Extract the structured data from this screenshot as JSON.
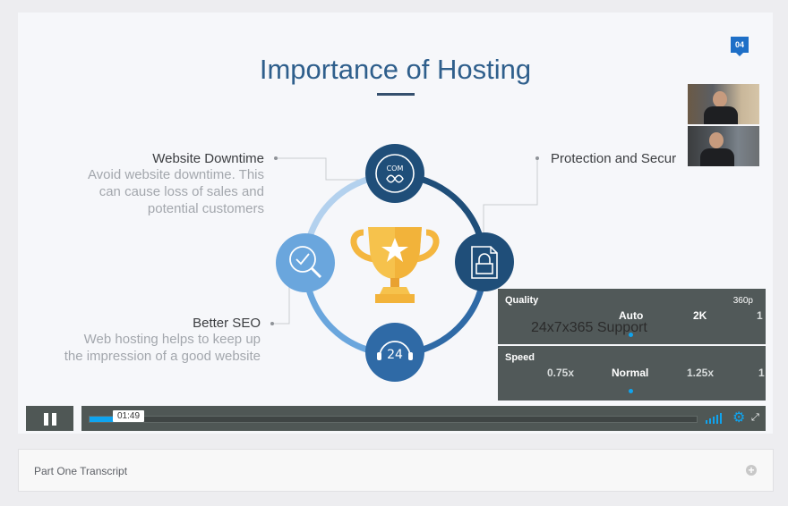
{
  "slide": {
    "title": "Importance of Hosting",
    "badge": "04",
    "features": {
      "downtime": {
        "title": "Website Downtime",
        "desc_line1": "Avoid website downtime. This",
        "desc_line2": "can cause loss of sales and",
        "desc_line3": "potential customers"
      },
      "security": {
        "title": "Protection and Secur"
      },
      "seo": {
        "title": "Better SEO",
        "desc_line1": "Web hosting helps to keep up",
        "desc_line2": "the impression of a good website"
      },
      "support": {
        "title": "24x7x365 Support"
      }
    },
    "icons": {
      "top": "com-infinity-icon",
      "right": "secure-document-icon",
      "bottom": "24-hour-support-icon",
      "left": "seo-magnifier-icon",
      "center": "trophy-icon"
    }
  },
  "quality_menu": {
    "title": "Quality",
    "current": "360p",
    "options": [
      "Auto",
      "2K",
      "1"
    ],
    "selected": "Auto"
  },
  "speed_menu": {
    "title": "Speed",
    "options": [
      "0.75x",
      "Normal",
      "1.25x",
      "1"
    ],
    "selected": "Normal"
  },
  "player": {
    "pause_icon": "pause-icon",
    "current_time": "01:49",
    "progress_fraction": 0.07,
    "volume_icon": "volume-bars-icon",
    "settings_icon": "gear-icon",
    "fullscreen_icon": "fullscreen-icon"
  },
  "transcript": {
    "label": "Part One Transcript",
    "expand_icon": "plus-icon"
  },
  "colors": {
    "accent": "#0fa4ef",
    "slide_dark_blue": "#1f4e79",
    "slide_light_blue": "#4f97d1"
  }
}
